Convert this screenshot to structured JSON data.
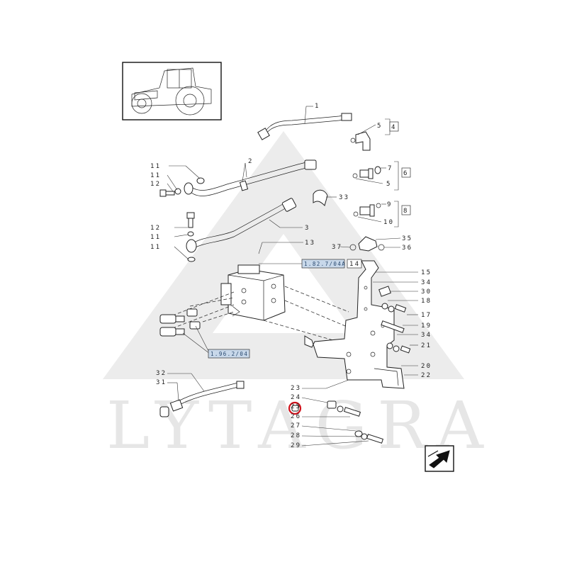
{
  "watermark": {
    "text": "LYTAGRA"
  },
  "refs": {
    "ref_top": "1.82.7/04A",
    "ref_box": "14",
    "ref_bottom": "1.96.2/04"
  },
  "group_boxes": {
    "g4": "4",
    "g6": "6",
    "g8": "8"
  },
  "callouts": {
    "c1": "1",
    "c2": "2",
    "c3": "3",
    "c5a": "5",
    "c7": "7",
    "c5b": "5",
    "c9": "9",
    "c10": "10",
    "c11a": "11",
    "c11b": "11",
    "c12a": "12",
    "c12b": "12",
    "c11c": "11",
    "c11d": "11",
    "c13": "13",
    "c33": "33",
    "c35": "35",
    "c37": "37",
    "c36": "36",
    "c15": "15",
    "c34a": "34",
    "c30": "30",
    "c18": "18",
    "c17": "17",
    "c19": "19",
    "c34b": "34",
    "c21": "21",
    "c20": "20",
    "c22": "22",
    "c32": "32",
    "c31": "31",
    "c23": "23",
    "c24": "24",
    "c25": "25",
    "c26": "26",
    "c27": "27",
    "c28": "28",
    "c29": "29"
  }
}
